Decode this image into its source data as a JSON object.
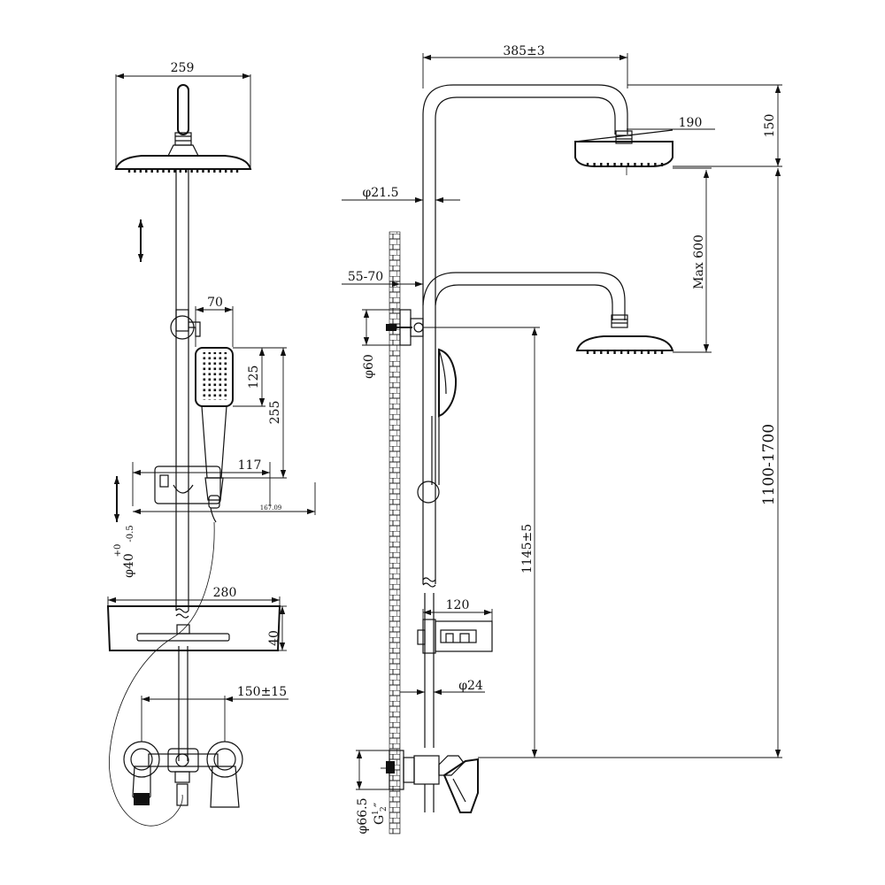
{
  "front_view": {
    "head_width": "259",
    "handset_width": "70",
    "handset_head_height": "125",
    "handset_length": "255",
    "holder_depth": "117",
    "holder_small": "167.09",
    "rail_dia_main": "φ40",
    "rail_dia_tol_upper": "+0",
    "rail_dia_tol_lower": "-0.5",
    "shelf_width": "280",
    "shelf_height": "40",
    "mixer_centres": "150±15"
  },
  "side_view": {
    "arm_reach": "385±3",
    "head_dia": "190",
    "head_height": "150",
    "pipe_dia": "φ21.5",
    "wall_offset": "55-70",
    "adjust_range": "Max 600",
    "bracket_dia": "φ60",
    "total_height": "1100-1700",
    "mount_height": "1145±5",
    "shelf_depth": "120",
    "bar_dia": "φ24",
    "flange_dia": "φ66.5",
    "thread_prefix": "G",
    "thread_num": "1",
    "thread_den": "2",
    "thread_suffix": "″"
  }
}
